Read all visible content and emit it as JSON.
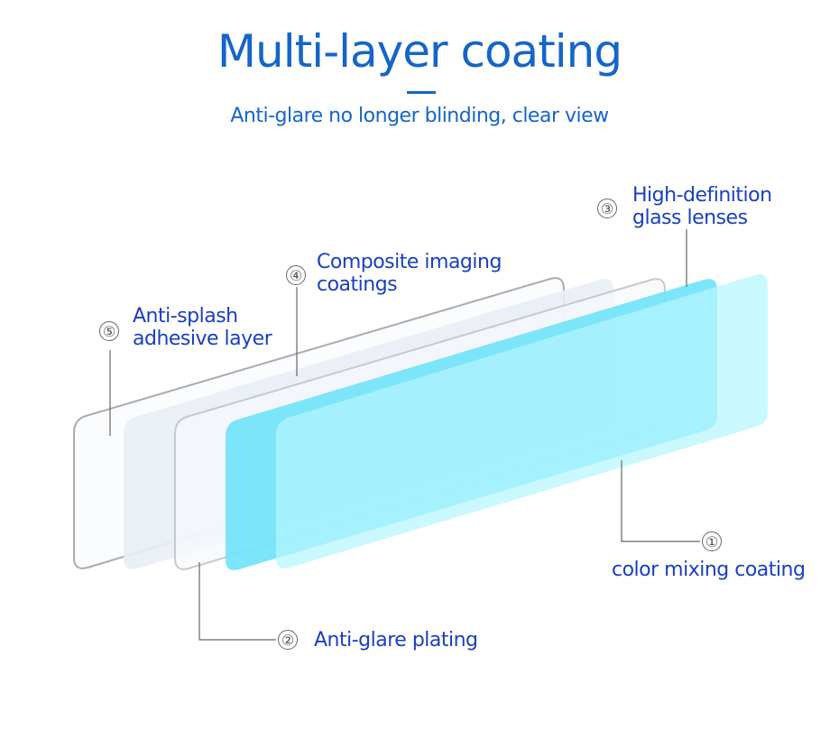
{
  "header": {
    "title": "Multi-layer coating",
    "subtitle": "Anti-glare no longer blinding, clear view"
  },
  "layers": [
    {
      "number": "①",
      "line1": "color mixing coating",
      "line2": ""
    },
    {
      "number": "②",
      "line1": "Anti-glare plating",
      "line2": ""
    },
    {
      "number": "③",
      "line1": "High-definition",
      "line2": "glass lenses"
    },
    {
      "number": "④",
      "line1": "Composite imaging",
      "line2": "coatings"
    },
    {
      "number": "⑤",
      "line1": "Anti-splash",
      "line2": "adhesive layer"
    }
  ],
  "colors": {
    "title": "#1565c8",
    "label": "#1a3fbf",
    "cyan_layer": "#7fe6f9",
    "light_cyan_layer": "#b7f7fd",
    "frost_layer": "#e8edf5",
    "clear_outline": "#a9acb2"
  }
}
